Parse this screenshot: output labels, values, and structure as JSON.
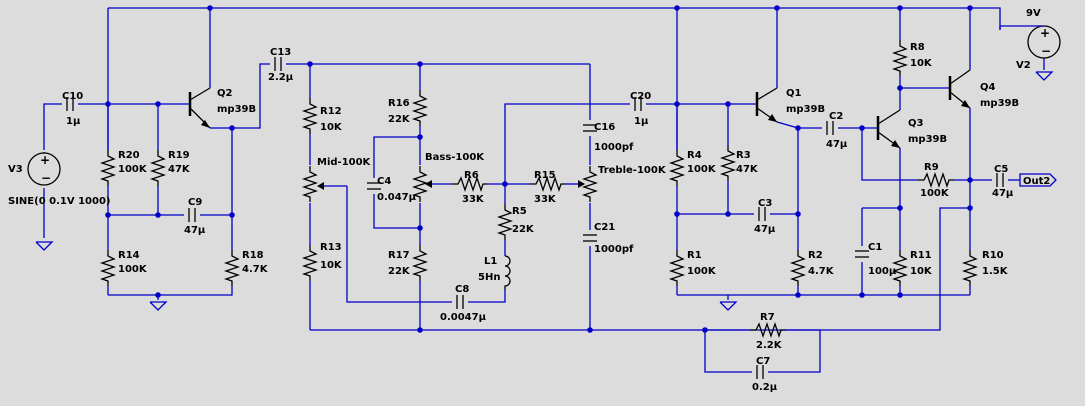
{
  "colors": {
    "background": "#dcdcdc",
    "wire": "#0000c8",
    "component": "#000000"
  },
  "sources": {
    "V3": {
      "name": "V3",
      "value": "SINE(0 0.1V 1000)"
    },
    "V2": {
      "name": "V2",
      "value": "9V"
    }
  },
  "resistors": {
    "R20": {
      "name": "R20",
      "value": "100K"
    },
    "R19": {
      "name": "R19",
      "value": "47K"
    },
    "R14": {
      "name": "R14",
      "value": "100K"
    },
    "R18": {
      "name": "R18",
      "value": "4.7K"
    },
    "R12": {
      "name": "R12",
      "value": "10K"
    },
    "R13": {
      "name": "R13",
      "value": "10K"
    },
    "R16": {
      "name": "R16",
      "value": "22K"
    },
    "R17": {
      "name": "R17",
      "value": "22K"
    },
    "R6": {
      "name": "R6",
      "value": "33K"
    },
    "R15": {
      "name": "R15",
      "value": "33K"
    },
    "R5": {
      "name": "R5",
      "value": "22K"
    },
    "R4": {
      "name": "R4",
      "value": "100K"
    },
    "R3": {
      "name": "R3",
      "value": "47K"
    },
    "R1": {
      "name": "R1",
      "value": "100K"
    },
    "R2": {
      "name": "R2",
      "value": "4.7K"
    },
    "R8": {
      "name": "R8",
      "value": "10K"
    },
    "R9": {
      "name": "R9",
      "value": "100K"
    },
    "R11": {
      "name": "R11",
      "value": "10K"
    },
    "R10": {
      "name": "R10",
      "value": "1.5K"
    },
    "R7": {
      "name": "R7",
      "value": "2.2K"
    }
  },
  "potentiometers": {
    "mid": {
      "label": "Mid-100K"
    },
    "bass": {
      "label": "Bass-100K"
    },
    "treble": {
      "label": "Treble-100K"
    }
  },
  "capacitors": {
    "C10": {
      "name": "C10",
      "value": "1µ"
    },
    "C13": {
      "name": "C13",
      "value": "2.2µ"
    },
    "C9": {
      "name": "C9",
      "value": "47µ"
    },
    "C4": {
      "name": "C4",
      "value": "0.047µ"
    },
    "C8": {
      "name": "C8",
      "value": "0.0047µ"
    },
    "C16": {
      "name": "C16",
      "value": "1000pf"
    },
    "C21": {
      "name": "C21",
      "value": "1000pf"
    },
    "C20": {
      "name": "C20",
      "value": "1µ"
    },
    "C3": {
      "name": "C3",
      "value": "47µ"
    },
    "C2": {
      "name": "C2",
      "value": "47µ"
    },
    "C1": {
      "name": "C1",
      "value": "100µ"
    },
    "C5": {
      "name": "C5",
      "value": "47µ"
    },
    "C7": {
      "name": "C7",
      "value": "0.2µ"
    }
  },
  "inductors": {
    "L1": {
      "name": "L1",
      "value": "5Hn"
    }
  },
  "transistors": {
    "Q2": {
      "name": "Q2",
      "model": "mp39B"
    },
    "Q1": {
      "name": "Q1",
      "model": "mp39B"
    },
    "Q3": {
      "name": "Q3",
      "model": "mp39B"
    },
    "Q4": {
      "name": "Q4",
      "model": "mp39B"
    }
  },
  "output": {
    "label": "Out2"
  }
}
